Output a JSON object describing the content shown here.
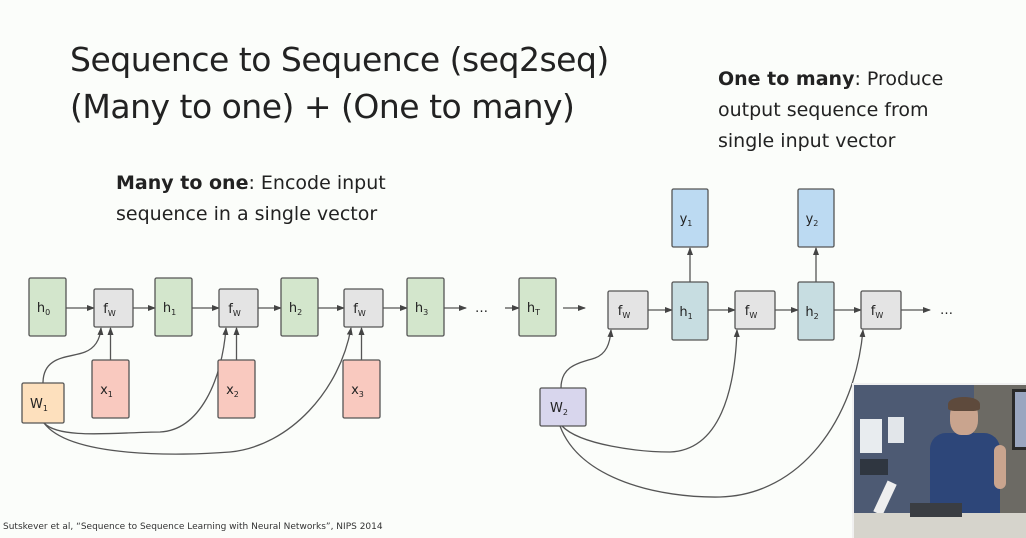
{
  "slide": {
    "title_lines": [
      "Sequence to Sequence (seq2seq)",
      "(Many to one) + (One to many)"
    ],
    "many_to_one": {
      "bold": "Many to one",
      "rest_line1": ": Encode input",
      "line2": "sequence in a single vector"
    },
    "one_to_many": {
      "bold": "One to many",
      "rest_line1": ": Produce",
      "line2": "output sequence from",
      "line3": "single input vector"
    },
    "citation": "Sutskever et al, “Sequence to Sequence Learning with Neural Networks”, NIPS 2014"
  },
  "colors": {
    "hidden_encoder": "#d3e6cc",
    "hidden_decoder": "#c7dde1",
    "function": "#e4e4e4",
    "input": "#f9c9bf",
    "output": "#bcdaf2",
    "weight_encoder": "#fde0bd",
    "weight_decoder": "#d8d6ed",
    "stroke": "#555555"
  },
  "encoder": {
    "hidden": [
      {
        "base": "h",
        "sub": "0"
      },
      {
        "base": "h",
        "sub": "1"
      },
      {
        "base": "h",
        "sub": "2"
      },
      {
        "base": "h",
        "sub": "3"
      },
      {
        "base": "h",
        "sub": "T"
      }
    ],
    "function": {
      "base": "f",
      "sub": "W"
    },
    "inputs": [
      {
        "base": "x",
        "sub": "1"
      },
      {
        "base": "x",
        "sub": "2"
      },
      {
        "base": "x",
        "sub": "3"
      }
    ],
    "weight": {
      "base": "W",
      "sub": "1"
    },
    "ellipsis": "…"
  },
  "decoder": {
    "hidden": [
      {
        "base": "h",
        "sub": "1"
      },
      {
        "base": "h",
        "sub": "2"
      }
    ],
    "function": {
      "base": "f",
      "sub": "W"
    },
    "outputs": [
      {
        "base": "y",
        "sub": "1"
      },
      {
        "base": "y",
        "sub": "2"
      }
    ],
    "weight": {
      "base": "W",
      "sub": "2"
    },
    "ellipsis": "…"
  }
}
